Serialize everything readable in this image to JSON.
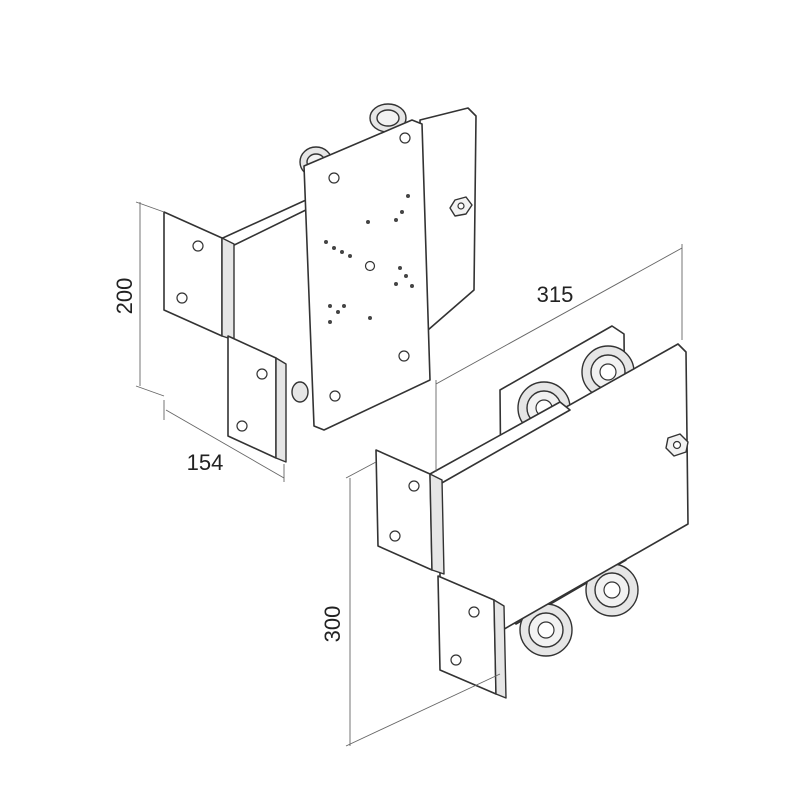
{
  "dimensions": {
    "height_small": "200",
    "width_small": "154",
    "length_large": "315",
    "height_large": "300"
  },
  "colors": {
    "line": "#333333",
    "dimension_line": "#666666",
    "background": "#ffffff"
  }
}
